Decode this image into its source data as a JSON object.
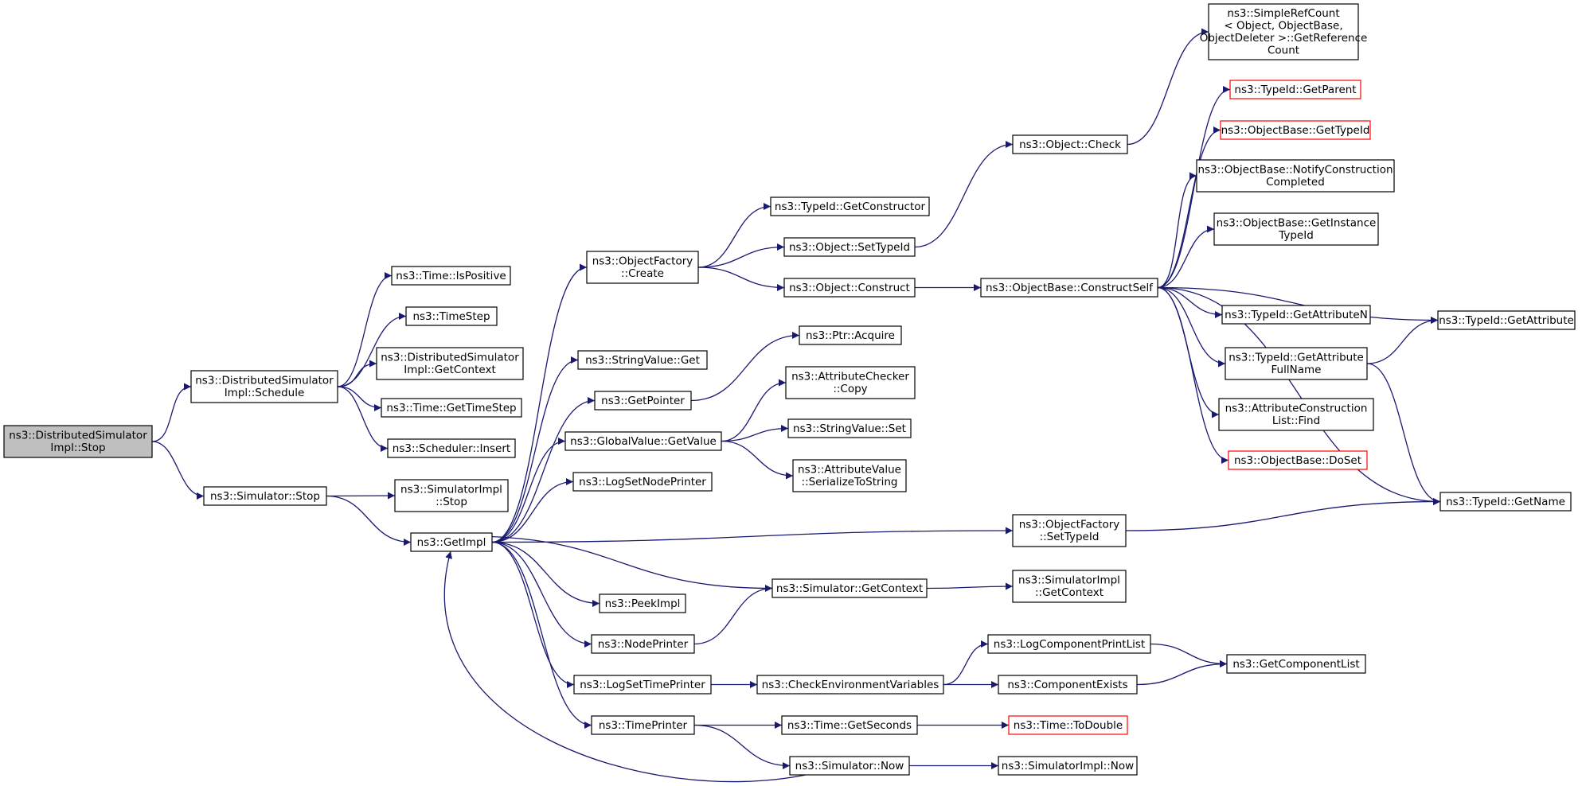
{
  "title": "",
  "colors": {
    "edge": "#191970",
    "root_fill": "#bfbfbf",
    "red_outline": "#ff0000"
  },
  "nodes": [
    {
      "id": "root",
      "lines": [
        "ns3::DistributedSimulator",
        "Impl::Stop"
      ],
      "style": "root"
    },
    {
      "id": "schedule",
      "lines": [
        "ns3::DistributedSimulator",
        "Impl::Schedule"
      ]
    },
    {
      "id": "simstop",
      "lines": [
        "ns3::Simulator::Stop"
      ]
    },
    {
      "id": "ispositive",
      "lines": [
        "ns3::Time::IsPositive"
      ]
    },
    {
      "id": "timestep",
      "lines": [
        "ns3::TimeStep"
      ]
    },
    {
      "id": "dsgetctx",
      "lines": [
        "ns3::DistributedSimulator",
        "Impl::GetContext"
      ]
    },
    {
      "id": "gettimestep",
      "lines": [
        "ns3::Time::GetTimeStep"
      ]
    },
    {
      "id": "schedinsert",
      "lines": [
        "ns3::Scheduler::Insert"
      ]
    },
    {
      "id": "simimplstop",
      "lines": [
        "ns3::SimulatorImpl",
        "::Stop"
      ]
    },
    {
      "id": "getimpl",
      "lines": [
        "ns3::GetImpl"
      ]
    },
    {
      "id": "ofcreate",
      "lines": [
        "ns3::ObjectFactory",
        "::Create"
      ]
    },
    {
      "id": "strget",
      "lines": [
        "ns3::StringValue::Get"
      ]
    },
    {
      "id": "getpointer",
      "lines": [
        "ns3::GetPointer"
      ]
    },
    {
      "id": "gvgetvalue",
      "lines": [
        "ns3::GlobalValue::GetValue"
      ]
    },
    {
      "id": "logsetnode",
      "lines": [
        "ns3::LogSetNodePrinter"
      ]
    },
    {
      "id": "peekimpl",
      "lines": [
        "ns3::PeekImpl"
      ]
    },
    {
      "id": "nodeprinter",
      "lines": [
        "ns3::NodePrinter"
      ]
    },
    {
      "id": "logsettime",
      "lines": [
        "ns3::LogSetTimePrinter"
      ]
    },
    {
      "id": "timeprinter",
      "lines": [
        "ns3::TimePrinter"
      ]
    },
    {
      "id": "getconstructor",
      "lines": [
        "ns3::TypeId::GetConstructor"
      ]
    },
    {
      "id": "settypeid",
      "lines": [
        "ns3::Object::SetTypeId"
      ]
    },
    {
      "id": "objconstruct",
      "lines": [
        "ns3::Object::Construct"
      ]
    },
    {
      "id": "ptracquire",
      "lines": [
        "ns3::Ptr::Acquire"
      ]
    },
    {
      "id": "acccopy",
      "lines": [
        "ns3::AttributeChecker",
        "::Copy"
      ]
    },
    {
      "id": "strset",
      "lines": [
        "ns3::StringValue::Set"
      ]
    },
    {
      "id": "avserialize",
      "lines": [
        "ns3::AttributeValue",
        "::SerializeToString"
      ]
    },
    {
      "id": "simgetctx",
      "lines": [
        "ns3::Simulator::GetContext"
      ]
    },
    {
      "id": "checkenv",
      "lines": [
        "ns3::CheckEnvironmentVariables"
      ]
    },
    {
      "id": "getseconds",
      "lines": [
        "ns3::Time::GetSeconds"
      ]
    },
    {
      "id": "simnow",
      "lines": [
        "ns3::Simulator::Now"
      ]
    },
    {
      "id": "objcheck",
      "lines": [
        "ns3::Object::Check"
      ]
    },
    {
      "id": "constructself",
      "lines": [
        "ns3::ObjectBase::ConstructSelf"
      ]
    },
    {
      "id": "ofsettypeid",
      "lines": [
        "ns3::ObjectFactory",
        "::SetTypeId"
      ]
    },
    {
      "id": "simimplgetctx",
      "lines": [
        "ns3::SimulatorImpl",
        "::GetContext"
      ]
    },
    {
      "id": "logcompprint",
      "lines": [
        "ns3::LogComponentPrintList"
      ]
    },
    {
      "id": "compexists",
      "lines": [
        "ns3::ComponentExists"
      ]
    },
    {
      "id": "todouble",
      "lines": [
        "ns3::Time::ToDouble"
      ],
      "style": "red"
    },
    {
      "id": "simimplnow",
      "lines": [
        "ns3::SimulatorImpl::Now"
      ]
    },
    {
      "id": "refcount",
      "lines": [
        "ns3::SimpleRefCount",
        "< Object, ObjectBase,",
        "ObjectDeleter >::GetReference",
        "Count"
      ]
    },
    {
      "id": "getparent",
      "lines": [
        "ns3::TypeId::GetParent"
      ],
      "style": "red"
    },
    {
      "id": "obgettypeid",
      "lines": [
        "ns3::ObjectBase::GetTypeId"
      ],
      "style": "red"
    },
    {
      "id": "notifyconstr",
      "lines": [
        "ns3::ObjectBase::NotifyConstruction",
        "Completed"
      ]
    },
    {
      "id": "getinstance",
      "lines": [
        "ns3::ObjectBase::GetInstance",
        "TypeId"
      ]
    },
    {
      "id": "getattrn",
      "lines": [
        "ns3::TypeId::GetAttributeN"
      ]
    },
    {
      "id": "getattrfull",
      "lines": [
        "ns3::TypeId::GetAttribute",
        "FullName"
      ]
    },
    {
      "id": "acfind",
      "lines": [
        "ns3::AttributeConstruction",
        "List::Find"
      ]
    },
    {
      "id": "doset",
      "lines": [
        "ns3::ObjectBase::DoSet"
      ],
      "style": "red"
    },
    {
      "id": "getcomplist",
      "lines": [
        "ns3::GetComponentList"
      ]
    },
    {
      "id": "getattribute",
      "lines": [
        "ns3::TypeId::GetAttribute"
      ]
    },
    {
      "id": "getname",
      "lines": [
        "ns3::TypeId::GetName"
      ]
    }
  ],
  "edges": [
    [
      "root",
      "schedule"
    ],
    [
      "root",
      "simstop"
    ],
    [
      "schedule",
      "ispositive"
    ],
    [
      "schedule",
      "timestep"
    ],
    [
      "schedule",
      "dsgetctx"
    ],
    [
      "schedule",
      "gettimestep"
    ],
    [
      "schedule",
      "schedinsert"
    ],
    [
      "simstop",
      "simimplstop"
    ],
    [
      "simstop",
      "getimpl"
    ],
    [
      "getimpl",
      "ofcreate"
    ],
    [
      "getimpl",
      "strget"
    ],
    [
      "getimpl",
      "getpointer"
    ],
    [
      "getimpl",
      "gvgetvalue"
    ],
    [
      "getimpl",
      "logsetnode"
    ],
    [
      "getimpl",
      "ofsettypeid"
    ],
    [
      "getimpl",
      "peekimpl"
    ],
    [
      "getimpl",
      "nodeprinter"
    ],
    [
      "getimpl",
      "logsettime"
    ],
    [
      "getimpl",
      "timeprinter"
    ],
    [
      "simgetctx",
      "getimpl"
    ],
    [
      "simnow",
      "getimpl"
    ],
    [
      "ofcreate",
      "getconstructor"
    ],
    [
      "ofcreate",
      "settypeid"
    ],
    [
      "ofcreate",
      "objconstruct"
    ],
    [
      "settypeid",
      "objcheck"
    ],
    [
      "objconstruct",
      "constructself"
    ],
    [
      "objcheck",
      "refcount"
    ],
    [
      "getpointer",
      "ptracquire"
    ],
    [
      "gvgetvalue",
      "acccopy"
    ],
    [
      "gvgetvalue",
      "strset"
    ],
    [
      "gvgetvalue",
      "avserialize"
    ],
    [
      "nodeprinter",
      "simgetctx"
    ],
    [
      "simgetctx",
      "simimplgetctx"
    ],
    [
      "logsettime",
      "checkenv"
    ],
    [
      "checkenv",
      "logcompprint"
    ],
    [
      "checkenv",
      "compexists"
    ],
    [
      "logcompprint",
      "getcomplist"
    ],
    [
      "compexists",
      "getcomplist"
    ],
    [
      "timeprinter",
      "getseconds"
    ],
    [
      "timeprinter",
      "simnow"
    ],
    [
      "getseconds",
      "todouble"
    ],
    [
      "simnow",
      "simimplnow"
    ],
    [
      "constructself",
      "getparent"
    ],
    [
      "constructself",
      "obgettypeid"
    ],
    [
      "constructself",
      "notifyconstr"
    ],
    [
      "constructself",
      "getinstance"
    ],
    [
      "constructself",
      "getattribute"
    ],
    [
      "constructself",
      "getattrn"
    ],
    [
      "constructself",
      "getattrfull"
    ],
    [
      "constructself",
      "acfind"
    ],
    [
      "constructself",
      "doset"
    ],
    [
      "constructself",
      "getname"
    ],
    [
      "getattrfull",
      "getattribute"
    ],
    [
      "getattrfull",
      "getname"
    ],
    [
      "ofsettypeid",
      "getname"
    ]
  ]
}
